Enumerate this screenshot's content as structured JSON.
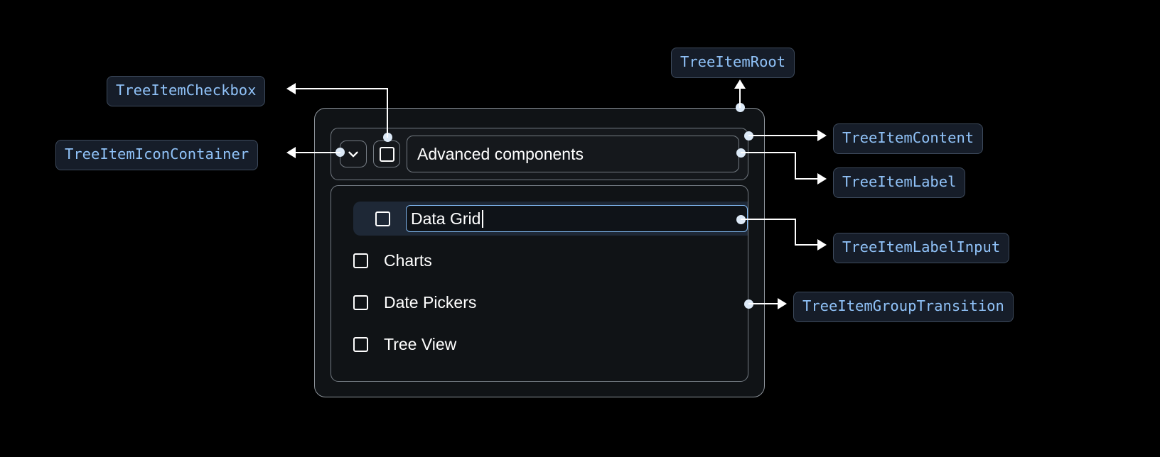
{
  "background_color": "#000000",
  "accent_color": "#90c2f8",
  "annotations": [
    {
      "id": "tree-item-root",
      "label": "TreeItemRoot"
    },
    {
      "id": "tree-item-checkbox",
      "label": "TreeItemCheckbox"
    },
    {
      "id": "tree-item-icon-container",
      "label": "TreeItemIconContainer"
    },
    {
      "id": "tree-item-content",
      "label": "TreeItemContent"
    },
    {
      "id": "tree-item-label",
      "label": "TreeItemLabel"
    },
    {
      "id": "tree-item-label-input",
      "label": "TreeItemLabelInput"
    },
    {
      "id": "tree-item-group-transition",
      "label": "TreeItemGroupTransition"
    }
  ],
  "tree": {
    "root_item": {
      "expand_icon": "chevron-down-icon",
      "checkbox_checked": false,
      "label": "Advanced components"
    },
    "editing_item": {
      "checkbox_checked": false,
      "input_value": "Data Grid",
      "input_focused": true
    },
    "children": [
      {
        "label": "Charts",
        "checkbox_checked": false
      },
      {
        "label": "Date Pickers",
        "checkbox_checked": false
      },
      {
        "label": "Tree View",
        "checkbox_checked": false
      }
    ]
  }
}
